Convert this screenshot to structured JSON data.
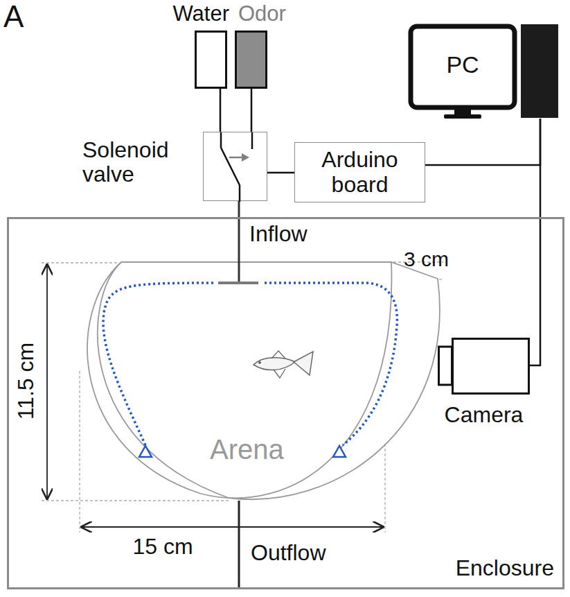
{
  "diagram": {
    "nodes": [
      {
        "text": [
          "Water"
        ]
      },
      {
        "text": [
          "Odor"
        ]
      },
      {
        "text": [
          "Solenoid valve"
        ]
      },
      {
        "text": [
          "Arduino board"
        ]
      },
      {
        "text": [
          "PC"
        ]
      },
      {
        "text": [
          "Enclosure"
        ]
      },
      {
        "text": [
          "Arena"
        ],
        "in": 5
      },
      {
        "text": [
          "Camera"
        ],
        "in": 5
      }
    ],
    "edges": [
      {
        "from": 0,
        "to": 2,
        "arrow": "none"
      },
      {
        "from": 1,
        "to": 2,
        "arrow": "none"
      },
      {
        "from": 2,
        "to": 3,
        "arrow": "none"
      },
      {
        "from": 3,
        "to": 4,
        "arrow": "none"
      },
      {
        "from": 2,
        "to": 6,
        "label": "Inflow",
        "arrow": "none"
      },
      {
        "from": 7,
        "to": 4,
        "arrow": "none"
      }
    ],
    "labels": [
      "A",
      "3 cm",
      "11.5 cm",
      "15 cm",
      "Outflow"
    ]
  }
}
